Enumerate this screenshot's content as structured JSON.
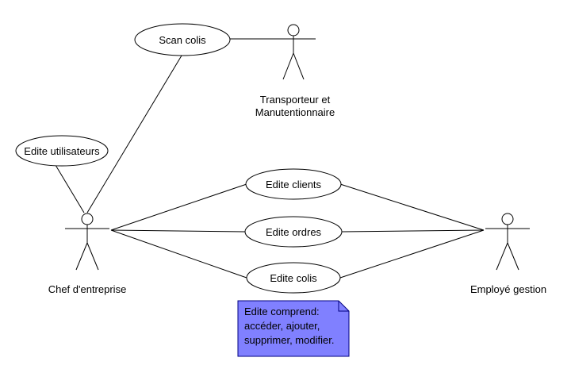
{
  "colors": {
    "line": "#000000",
    "usecase_fill": "#ffffff",
    "note_fill": "#8080ff",
    "note_border": "#000080"
  },
  "actors": {
    "transporteur": {
      "line1": "Transporteur et",
      "line2": "Manutentionnaire"
    },
    "chef": {
      "label": "Chef d'entreprise"
    },
    "employe": {
      "label": "Employé gestion"
    }
  },
  "use_cases": {
    "scan_colis": "Scan colis",
    "edite_utilisateurs": "Edite utilisateurs",
    "edite_clients": "Edite clients",
    "edite_ordres": "Edite ordres",
    "edite_colis": "Edite colis"
  },
  "note": {
    "line1": "Edite comprend:",
    "line2": "accéder, ajouter,",
    "line3": "supprimer, modifier."
  }
}
